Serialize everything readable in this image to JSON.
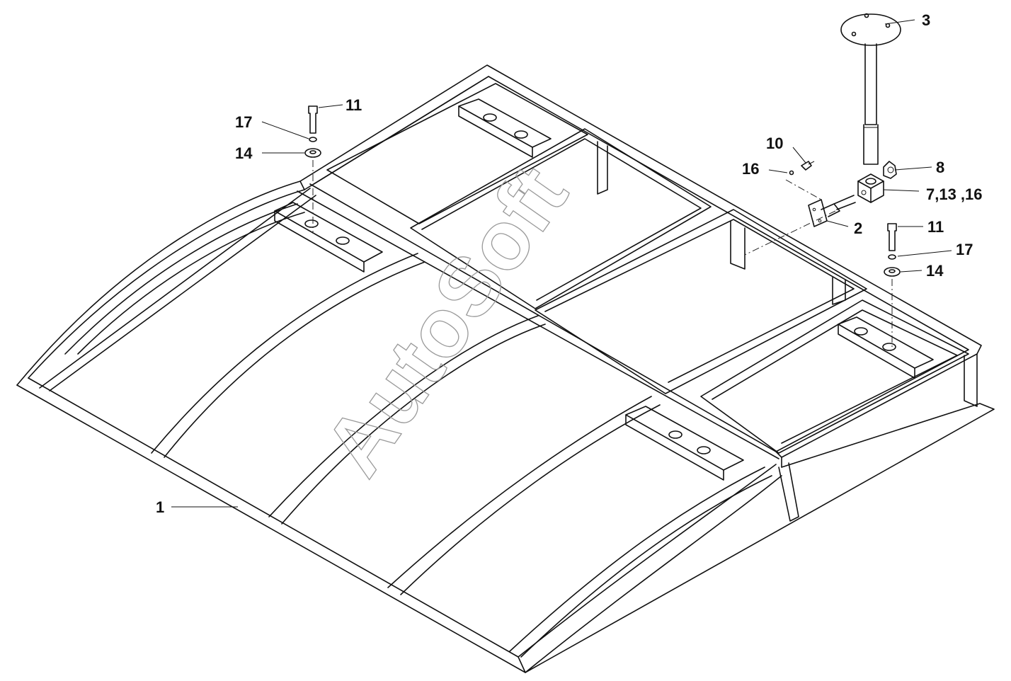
{
  "watermark": "AutoSoft",
  "callouts": {
    "c1": "1",
    "c2": "2",
    "c3": "3",
    "c8": "8",
    "c10": "10",
    "c16a": "16",
    "c7_13_16": "7,13 ,16",
    "c11_left": "11",
    "c17_left": "17",
    "c14_left": "14",
    "c11_right": "11",
    "c17_right": "17",
    "c14_right": "14"
  },
  "colors": {
    "line": "#111111",
    "watermark": "#9a9a9a",
    "background": "#ffffff"
  }
}
